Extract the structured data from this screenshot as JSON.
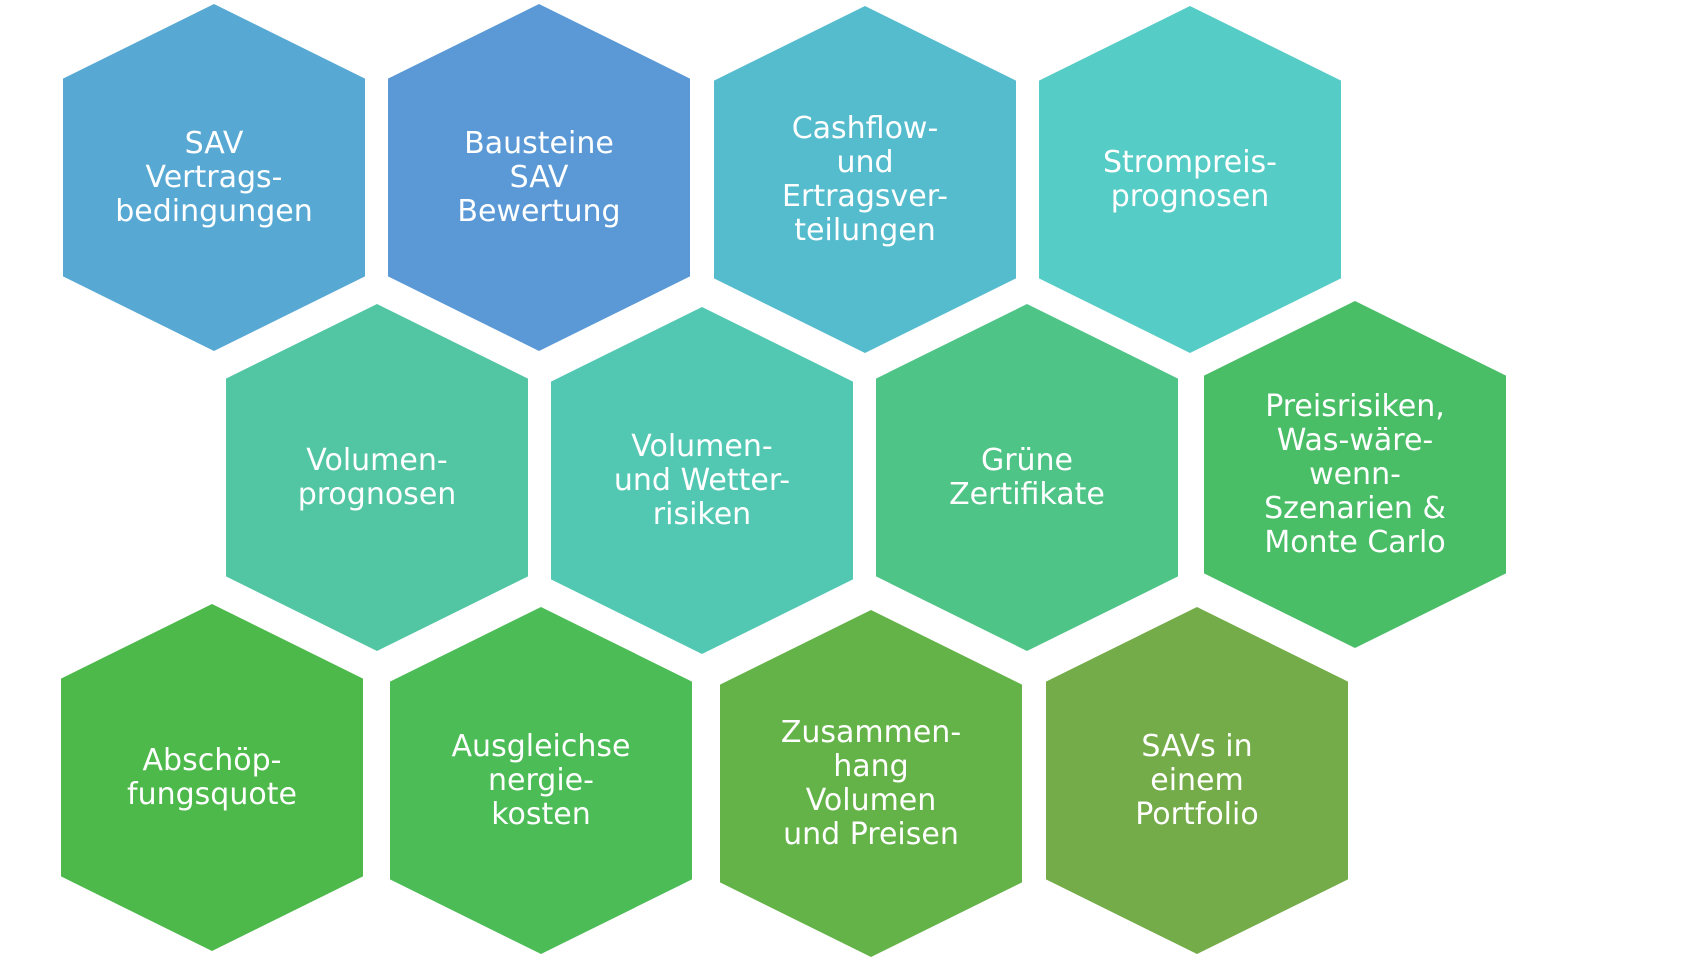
{
  "hexagons": [
    {
      "label": "SAV\nVertrags-\nbedingungen",
      "color": "#57a9d4"
    },
    {
      "label": "Bausteine\nSAV\nBewertung",
      "color": "#5a99d6"
    },
    {
      "label": "Cashflow-\nund\nErtragsver-\nteilungen",
      "color": "#55bcce"
    },
    {
      "label": "Strompreis-\nprognosen",
      "color": "#55ccc6"
    },
    {
      "label": "Volumen-\nprognosen",
      "color": "#52c5a2"
    },
    {
      "label": "Volumen-\nund Wetter-\nrisiken",
      "color": "#52c8b3"
    },
    {
      "label": "Grüne\nZertifikate",
      "color": "#4fc487"
    },
    {
      "label": "Preisrisiken,\nWas-wäre-\nwenn-\nSzenarien &\nMonte Carlo",
      "color": "#4abd67"
    },
    {
      "label": "Abschöp-\nfungsquote",
      "color": "#4cb94a"
    },
    {
      "label": "Ausgleichse\nnergie-\nkosten",
      "color": "#4bbc56"
    },
    {
      "label": "Zusammen-\nhang\nVolumen\nund Preisen",
      "color": "#64b348"
    },
    {
      "label": "SAVs in\neinem\nPortfolio",
      "color": "#73ac48"
    }
  ]
}
